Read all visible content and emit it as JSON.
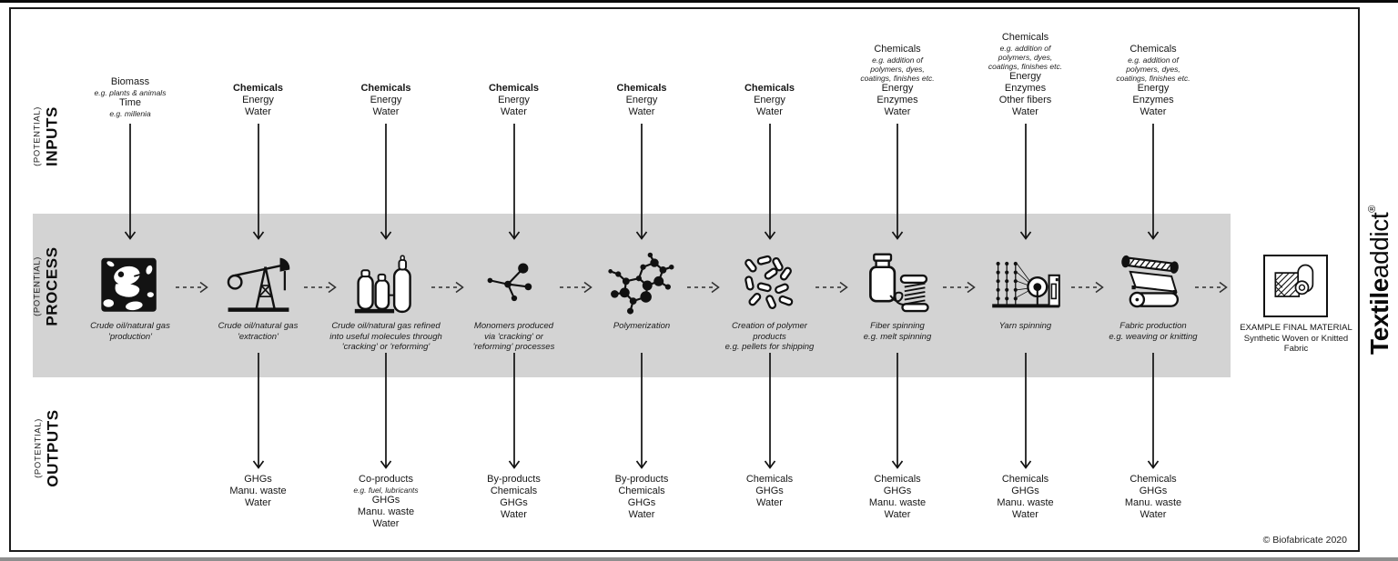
{
  "side_labels": {
    "inputs": {
      "qualifier": "(POTENTIAL)",
      "label": "INPUTS"
    },
    "process": {
      "qualifier": "(POTENTIAL)",
      "label": "PROCESS"
    },
    "outputs": {
      "qualifier": "(POTENTIAL)",
      "label": "OUTPUTS"
    }
  },
  "stages": [
    {
      "icon": "fossil-icon",
      "inputs": [
        {
          "text": "Biomass"
        },
        {
          "text": "e.g. plants & animals",
          "style": "eg"
        },
        {
          "text": "Time"
        },
        {
          "text": "e.g. millenia",
          "style": "eg"
        }
      ],
      "caption": [
        "Crude oil/natural gas",
        "'production'"
      ],
      "outputs": []
    },
    {
      "icon": "oil-pumpjack-icon",
      "inputs": [
        {
          "text": "Chemicals",
          "style": "bold"
        },
        {
          "text": "Energy"
        },
        {
          "text": "Water"
        }
      ],
      "caption": [
        "Crude oil/natural gas",
        "'extraction'"
      ],
      "outputs": [
        {
          "text": "GHGs"
        },
        {
          "text": "Manu. waste"
        },
        {
          "text": "Water"
        }
      ]
    },
    {
      "icon": "refinery-icon",
      "inputs": [
        {
          "text": "Chemicals",
          "style": "bold"
        },
        {
          "text": "Energy"
        },
        {
          "text": "Water"
        }
      ],
      "caption": [
        "Crude oil/natural gas refined",
        "into useful molecules through",
        "'cracking' or 'reforming'"
      ],
      "outputs": [
        {
          "text": "Co-products"
        },
        {
          "text": "e.g. fuel, lubricants",
          "style": "eg"
        },
        {
          "text": "GHGs"
        },
        {
          "text": "Manu. waste"
        },
        {
          "text": "Water"
        }
      ]
    },
    {
      "icon": "monomer-molecule-icon",
      "inputs": [
        {
          "text": "Chemicals",
          "style": "bold"
        },
        {
          "text": "Energy"
        },
        {
          "text": "Water"
        }
      ],
      "caption": [
        "Monomers produced",
        "via 'cracking' or",
        "'reforming' processes"
      ],
      "outputs": [
        {
          "text": "By-products"
        },
        {
          "text": "Chemicals"
        },
        {
          "text": "GHGs"
        },
        {
          "text": "Water"
        }
      ]
    },
    {
      "icon": "polymer-molecule-icon",
      "inputs": [
        {
          "text": "Chemicals",
          "style": "bold"
        },
        {
          "text": "Energy"
        },
        {
          "text": "Water"
        }
      ],
      "caption": [
        "Polymerization"
      ],
      "outputs": [
        {
          "text": "By-products"
        },
        {
          "text": "Chemicals"
        },
        {
          "text": "GHGs"
        },
        {
          "text": "Water"
        }
      ]
    },
    {
      "icon": "polymer-pellets-icon",
      "inputs": [
        {
          "text": "Chemicals",
          "style": "bold"
        },
        {
          "text": "Energy"
        },
        {
          "text": "Water"
        }
      ],
      "caption": [
        "Creation of polymer",
        "products",
        "e.g. pellets for shipping"
      ],
      "outputs": [
        {
          "text": "Chemicals"
        },
        {
          "text": "GHGs"
        },
        {
          "text": "Water"
        }
      ]
    },
    {
      "icon": "fiber-spinning-icon",
      "inputs": [
        {
          "text": "Chemicals"
        },
        {
          "text": "e.g. addition of",
          "style": "eg"
        },
        {
          "text": "polymers, dyes,",
          "style": "eg"
        },
        {
          "text": "coatings, finishes etc.",
          "style": "eg"
        },
        {
          "text": "Energy"
        },
        {
          "text": "Enzymes"
        },
        {
          "text": "Water"
        }
      ],
      "caption": [
        "Fiber spinning",
        "e.g. melt spinning"
      ],
      "outputs": [
        {
          "text": "Chemicals"
        },
        {
          "text": "GHGs"
        },
        {
          "text": "Manu. waste"
        },
        {
          "text": "Water"
        }
      ]
    },
    {
      "icon": "yarn-spinning-icon",
      "inputs": [
        {
          "text": "Chemicals"
        },
        {
          "text": "e.g. addition of",
          "style": "eg"
        },
        {
          "text": "polymers, dyes,",
          "style": "eg"
        },
        {
          "text": "coatings, finishes etc.",
          "style": "eg"
        },
        {
          "text": "Energy"
        },
        {
          "text": "Enzymes"
        },
        {
          "text": "Other fibers"
        },
        {
          "text": "Water"
        }
      ],
      "caption": [
        "Yarn spinning"
      ],
      "outputs": [
        {
          "text": "Chemicals"
        },
        {
          "text": "GHGs"
        },
        {
          "text": "Manu. waste"
        },
        {
          "text": "Water"
        }
      ]
    },
    {
      "icon": "fabric-loom-icon",
      "inputs": [
        {
          "text": "Chemicals"
        },
        {
          "text": "e.g. addition of",
          "style": "eg"
        },
        {
          "text": "polymers, dyes,",
          "style": "eg"
        },
        {
          "text": "coatings, finishes etc.",
          "style": "eg"
        },
        {
          "text": "Energy"
        },
        {
          "text": "Enzymes"
        },
        {
          "text": "Water"
        }
      ],
      "caption": [
        "Fabric production",
        "e.g. weaving or knitting"
      ],
      "outputs": [
        {
          "text": "Chemicals"
        },
        {
          "text": "GHGs"
        },
        {
          "text": "Manu. waste"
        },
        {
          "text": "Water"
        }
      ]
    }
  ],
  "final_material": {
    "icon": "fabric-roll-icon",
    "lines": [
      "EXAMPLE FINAL MATERIAL",
      "Synthetic Woven or Knitted",
      "Fabric"
    ]
  },
  "logo": {
    "bold": "Textile",
    "light": "addict",
    "mark": "®"
  },
  "copyright": "© Biofabricate 2020",
  "colors": {
    "band": "#d3d3d3",
    "ink": "#111111"
  }
}
